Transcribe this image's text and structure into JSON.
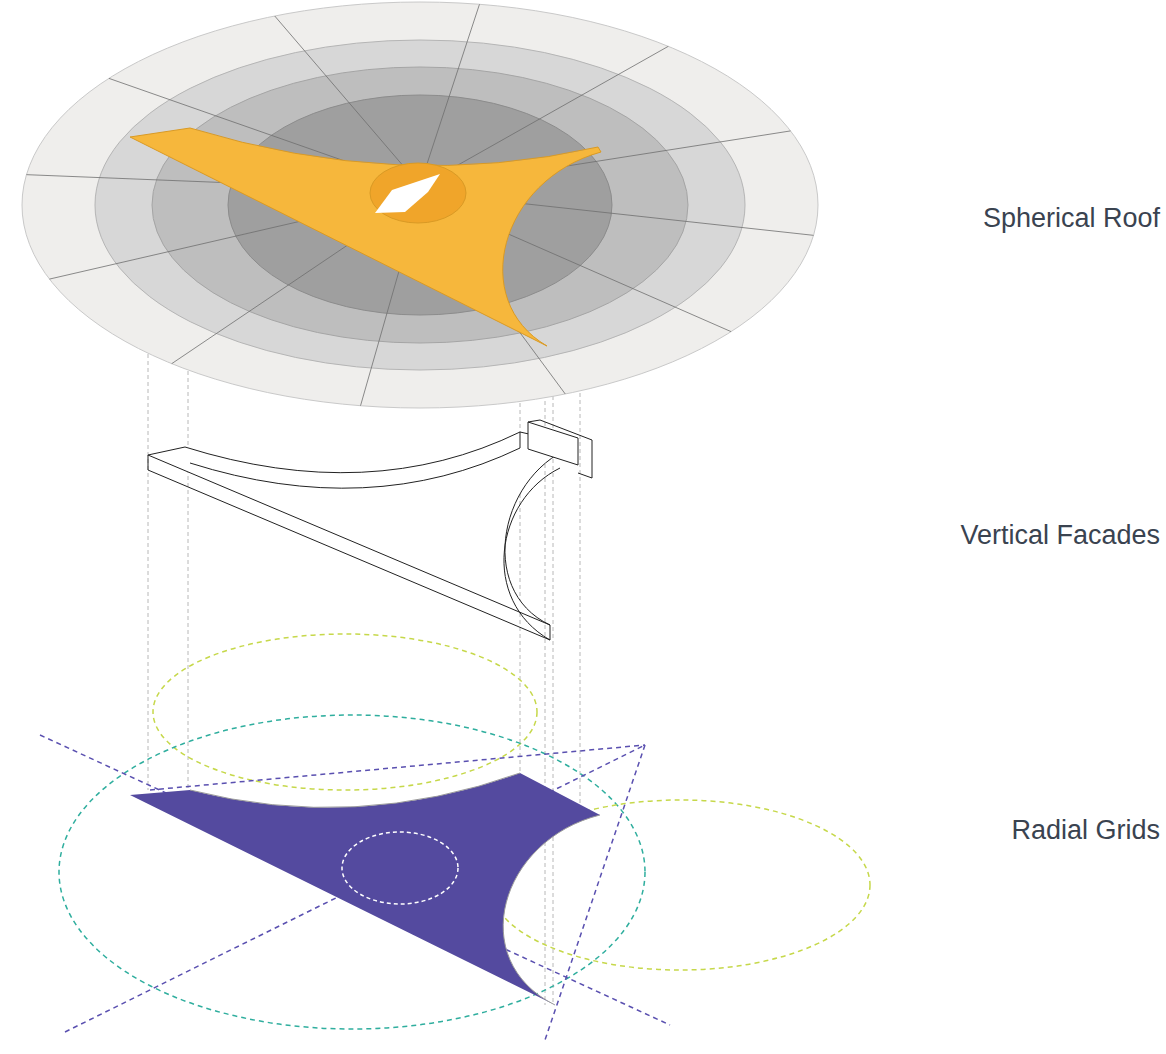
{
  "diagram": {
    "labels": [
      "Spherical Roof",
      "Vertical Facades",
      "Radial Grids"
    ]
  }
}
